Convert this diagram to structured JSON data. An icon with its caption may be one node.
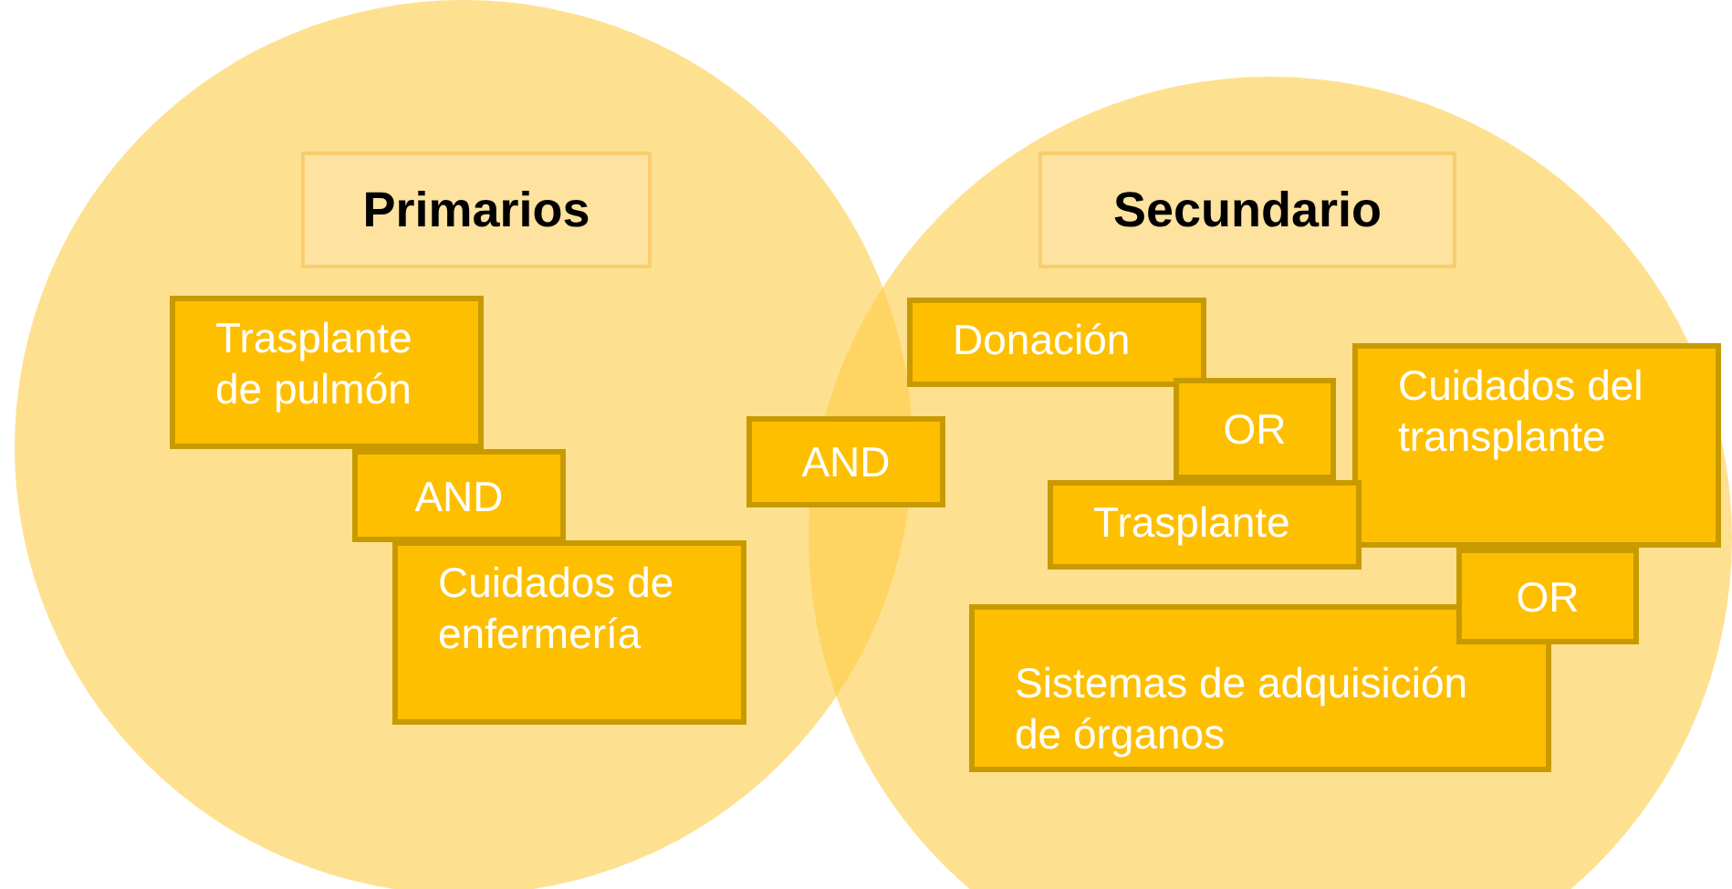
{
  "diagram": {
    "nodes": [
      {
        "text": [],
        "shape": "circle"
      },
      {
        "text": [
          "Primarios"
        ],
        "in": 0
      },
      {
        "text": [
          "Trasplante de pulmón"
        ],
        "in": 0
      },
      {
        "text": [
          "AND"
        ],
        "in": 0
      },
      {
        "text": [
          "Cuidados de enfermería"
        ],
        "in": 0
      },
      {
        "text": [
          "AND"
        ]
      },
      {
        "text": [],
        "shape": "circle"
      },
      {
        "text": [
          "Secundario"
        ],
        "in": 6
      },
      {
        "text": [
          "Donación"
        ],
        "in": 6
      },
      {
        "text": [
          "OR"
        ],
        "in": 6
      },
      {
        "text": [
          "Cuidados del transplante"
        ],
        "in": 6
      },
      {
        "text": [
          "Trasplante"
        ],
        "in": 6
      },
      {
        "text": [
          "OR"
        ],
        "in": 6
      },
      {
        "text": [
          "Sistemas de adquisición de órganos"
        ],
        "in": 6
      }
    ]
  }
}
